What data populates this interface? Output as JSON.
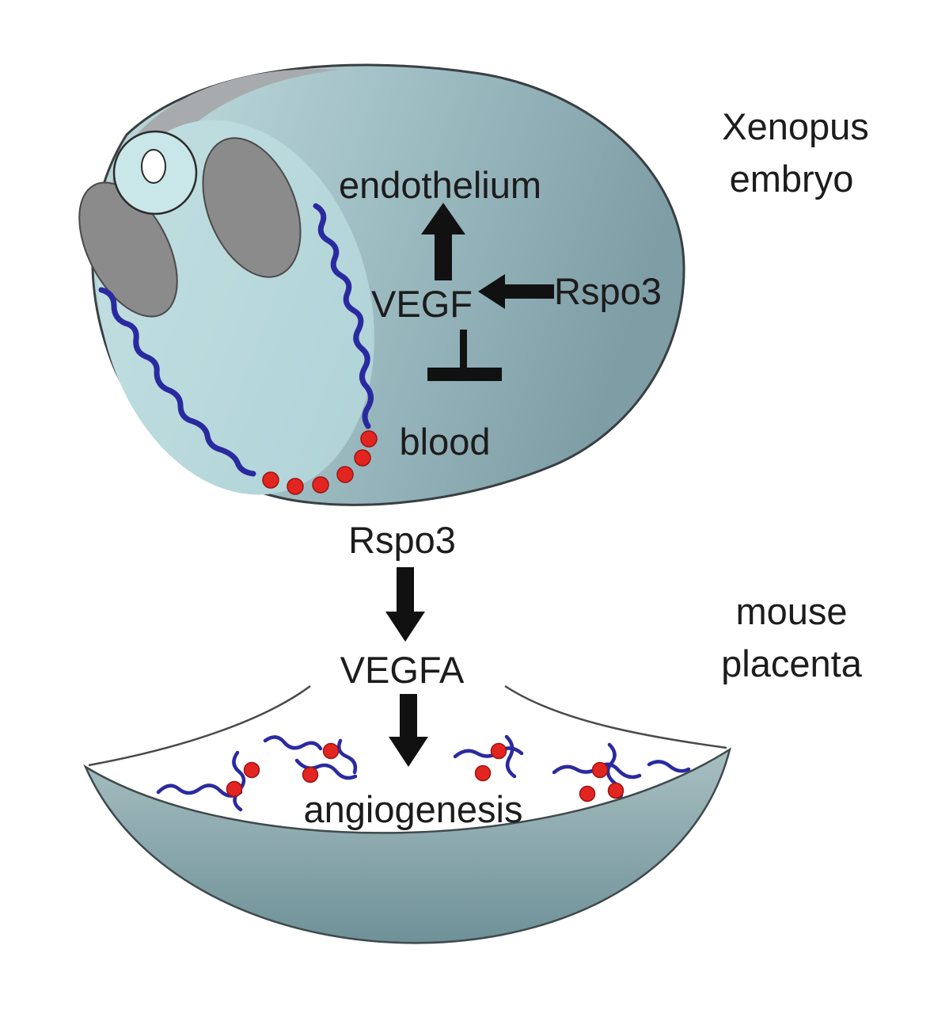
{
  "figure": {
    "panels": {
      "xenopus": {
        "label_line1": "Xenopus",
        "label_line2": "embryo",
        "endothelium": "endothelium",
        "vegf": "VEGF",
        "rspo3": "Rspo3",
        "blood": "blood"
      },
      "mouse": {
        "label_line1": "mouse",
        "label_line2": "placenta",
        "rspo3": "Rspo3",
        "vegfa": "VEGFA",
        "angiogenesis": "angiogenesis"
      }
    },
    "colors": {
      "embryo_face": "#bcdade",
      "embryo_body_dark": "#7e9da5",
      "placenta_light": "#a8bfc1",
      "placenta_dark": "#6e9198",
      "vein_blue": "#2a2aa0",
      "blood_red": "#e32521",
      "somite_gray": "#8b8b8b",
      "neural_tube_fill": "#c9e6e8",
      "outline": "#3a3f41",
      "text": "#1c1c1c",
      "arrow_black": "#111111"
    }
  }
}
